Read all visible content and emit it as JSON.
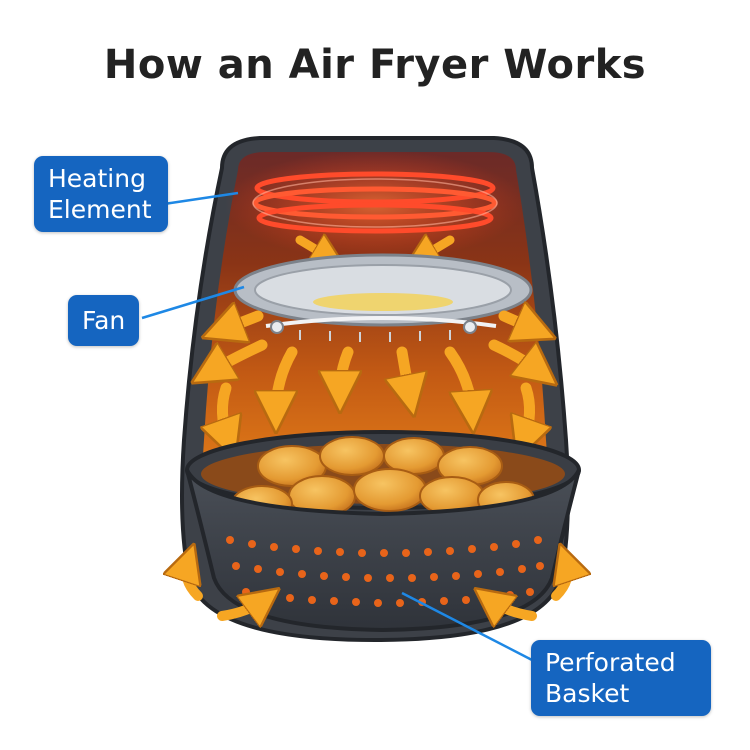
{
  "title": "How an Air Fryer Works",
  "labels": {
    "heating": [
      "Heating",
      "Element"
    ],
    "fan": "Fan",
    "basket": [
      "Perforated",
      "Basket"
    ]
  },
  "colors": {
    "label_bg": "#1565c0",
    "label_text": "#ffffff",
    "leader_line": "#1e88e5",
    "heating_coil": "#ff4b2b",
    "airflow_arrow": "#f6a623",
    "housing": "#3d4148",
    "food": "#e9a23c"
  }
}
